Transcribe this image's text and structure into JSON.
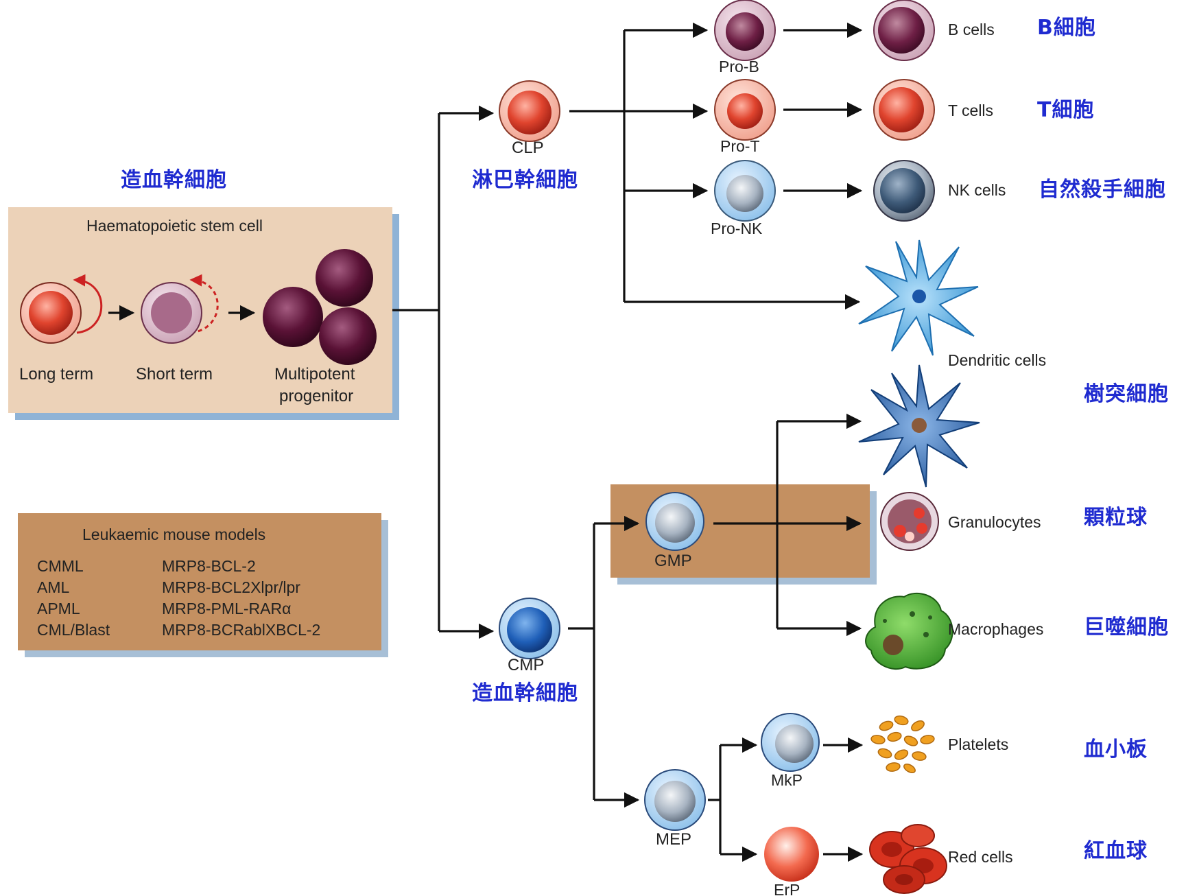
{
  "hsc": {
    "title": "Haematopoietic stem cell",
    "long_term": "Long term",
    "short_term": "Short term",
    "multipotent_line1": "Multipotent",
    "multipotent_line2": "progenitor",
    "cn": "造血幹細胞"
  },
  "models": {
    "title": "Leukaemic mouse models",
    "rows": [
      {
        "name": "CMML",
        "model": "MRP8-BCL-2"
      },
      {
        "name": "AML",
        "model": "MRP8-BCL2Xlpr/lpr"
      },
      {
        "name": "APML",
        "model": "MRP8-PML-RARα"
      },
      {
        "name": "CML/Blast",
        "model": "MRP8-BCRablXBCL-2"
      }
    ]
  },
  "progenitors": {
    "clp": "CLP",
    "clp_cn": "淋巴幹細胞",
    "cmp": "CMP",
    "cmp_cn": "造血幹細胞",
    "gmp": "GMP",
    "mep": "MEP",
    "pro_b": "Pro-B",
    "pro_t": "Pro-T",
    "pro_nk": "Pro-NK",
    "mkp": "MkP",
    "erp": "ErP"
  },
  "mature": {
    "b_cells": "B cells",
    "b_cells_cn": "B細胞",
    "t_cells": "T cells",
    "t_cells_cn": "T細胞",
    "nk_cells": "NK cells",
    "nk_cells_cn": "自然殺手細胞",
    "dendritic": "Dendritic cells",
    "dendritic_cn": "樹突細胞",
    "granulocytes": "Granulocytes",
    "granulocytes_cn": "顆粒球",
    "macrophages": "Macrophages",
    "macrophages_cn": "巨噬細胞",
    "platelets": "Platelets",
    "platelets_cn": "血小板",
    "red_cells": "Red cells",
    "red_cells_cn": "紅血球"
  },
  "colors": {
    "cn_text": "#1f2bd0",
    "hsc_box": "#ecd2b8",
    "model_box": "#c49061",
    "gmp_box": "#c49061",
    "box_shadow": "#8fb3d6"
  }
}
